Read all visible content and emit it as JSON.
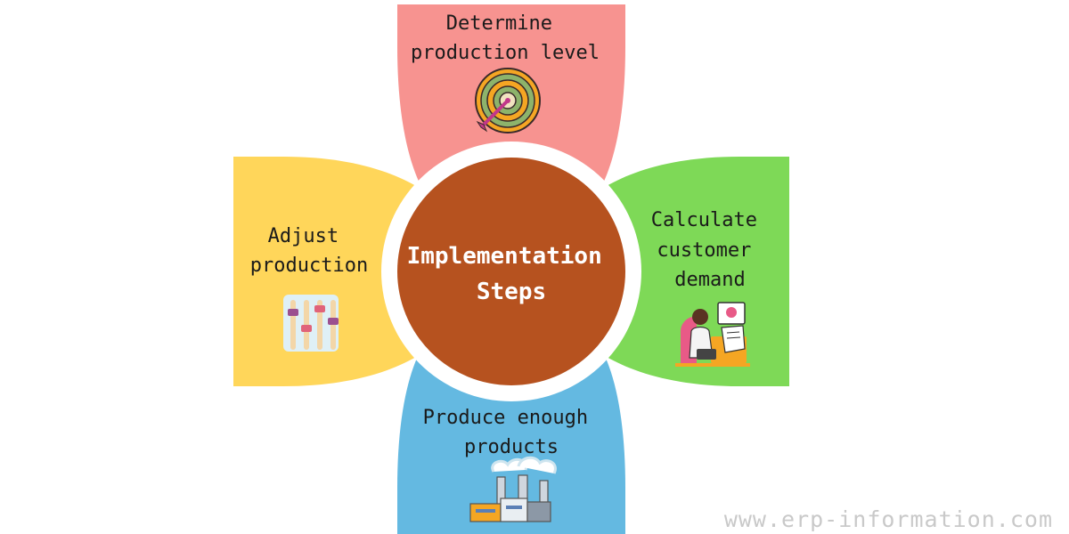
{
  "center": {
    "lines": [
      "Implementation",
      "Steps"
    ],
    "color": "#b6521f"
  },
  "petals": {
    "top": {
      "lines": [
        "Determine",
        "production level"
      ],
      "color": "#f79390",
      "icon": "target-arrow-icon"
    },
    "right": {
      "lines": [
        "Calculate",
        "customer",
        "demand"
      ],
      "color": "#7ed957",
      "icon": "analyst-at-desk-icon"
    },
    "bottom": {
      "lines": [
        "Produce enough",
        "products"
      ],
      "color": "#64b9e1",
      "icon": "factory-icon"
    },
    "left": {
      "lines": [
        "Adjust",
        "production"
      ],
      "color": "#ffd65a",
      "icon": "equalizer-sliders-icon"
    }
  },
  "watermark": "www.erp-information.com"
}
